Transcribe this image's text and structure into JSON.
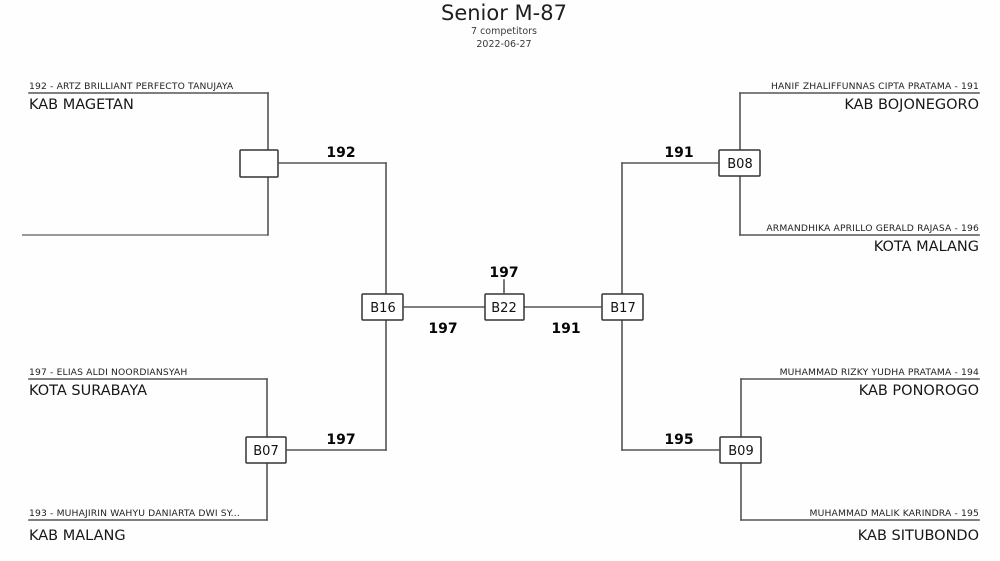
{
  "header": {
    "title": "Senior M-87",
    "competitors": "7 competitors",
    "date": "2022-06-27"
  },
  "bracket": {
    "type": "single-elimination",
    "entries": [
      {
        "side": "left",
        "slot": "left-top-1",
        "player": "192 - ARTZ BRILLIANT PERFECTO TANUJAYA",
        "club": "KAB MAGETAN"
      },
      {
        "side": "left",
        "slot": "left-top-2",
        "player": "",
        "club": ""
      },
      {
        "side": "left",
        "slot": "left-bottom-1",
        "player": "197 - ELIAS ALDI NOORDIANSYAH",
        "club": "KOTA SURABAYA"
      },
      {
        "side": "left",
        "slot": "left-bottom-2",
        "player": "193 - MUHAJIRIN WAHYU DANIARTA DWI SY...",
        "club": "KAB MALANG"
      },
      {
        "side": "right",
        "slot": "right-top-1",
        "player": "HANIF ZHALIFFUNNAS CIPTA PRATAMA - 191",
        "club": "KAB BOJONEGORO"
      },
      {
        "side": "right",
        "slot": "right-top-2",
        "player": "ARMANDHIKA APRILLO GERALD RAJASA - 196",
        "club": "KOTA MALANG"
      },
      {
        "side": "right",
        "slot": "right-bottom-1",
        "player": "MUHAMMAD RIZKY YUDHA PRATAMA - 194",
        "club": "KAB PONOROGO"
      },
      {
        "side": "right",
        "slot": "right-bottom-2",
        "player": "MUHAMMAD MALIK KARINDRA - 195",
        "club": "KAB SITUBONDO"
      }
    ],
    "matches": [
      {
        "id": "left-bye",
        "label": "",
        "winner": "192"
      },
      {
        "id": "B07",
        "label": "B07",
        "winner": "197"
      },
      {
        "id": "B16",
        "label": "B16",
        "winner": "197"
      },
      {
        "id": "B08",
        "label": "B08",
        "winner": "191"
      },
      {
        "id": "B09",
        "label": "B09",
        "winner": "195"
      },
      {
        "id": "B17",
        "label": "B17",
        "winner": "191"
      },
      {
        "id": "B22",
        "label": "B22",
        "winner": "197"
      }
    ],
    "scores": {
      "left_quarter_top": "192",
      "left_quarter_bottom": "197",
      "left_semi": "197",
      "right_quarter_top": "191",
      "right_quarter_bottom": "195",
      "right_semi": "191",
      "final_winner": "197"
    }
  },
  "colors": {
    "background": "#fefefe",
    "line": "#555555",
    "box_stroke": "#333333",
    "text": "#1a1a1a"
  }
}
